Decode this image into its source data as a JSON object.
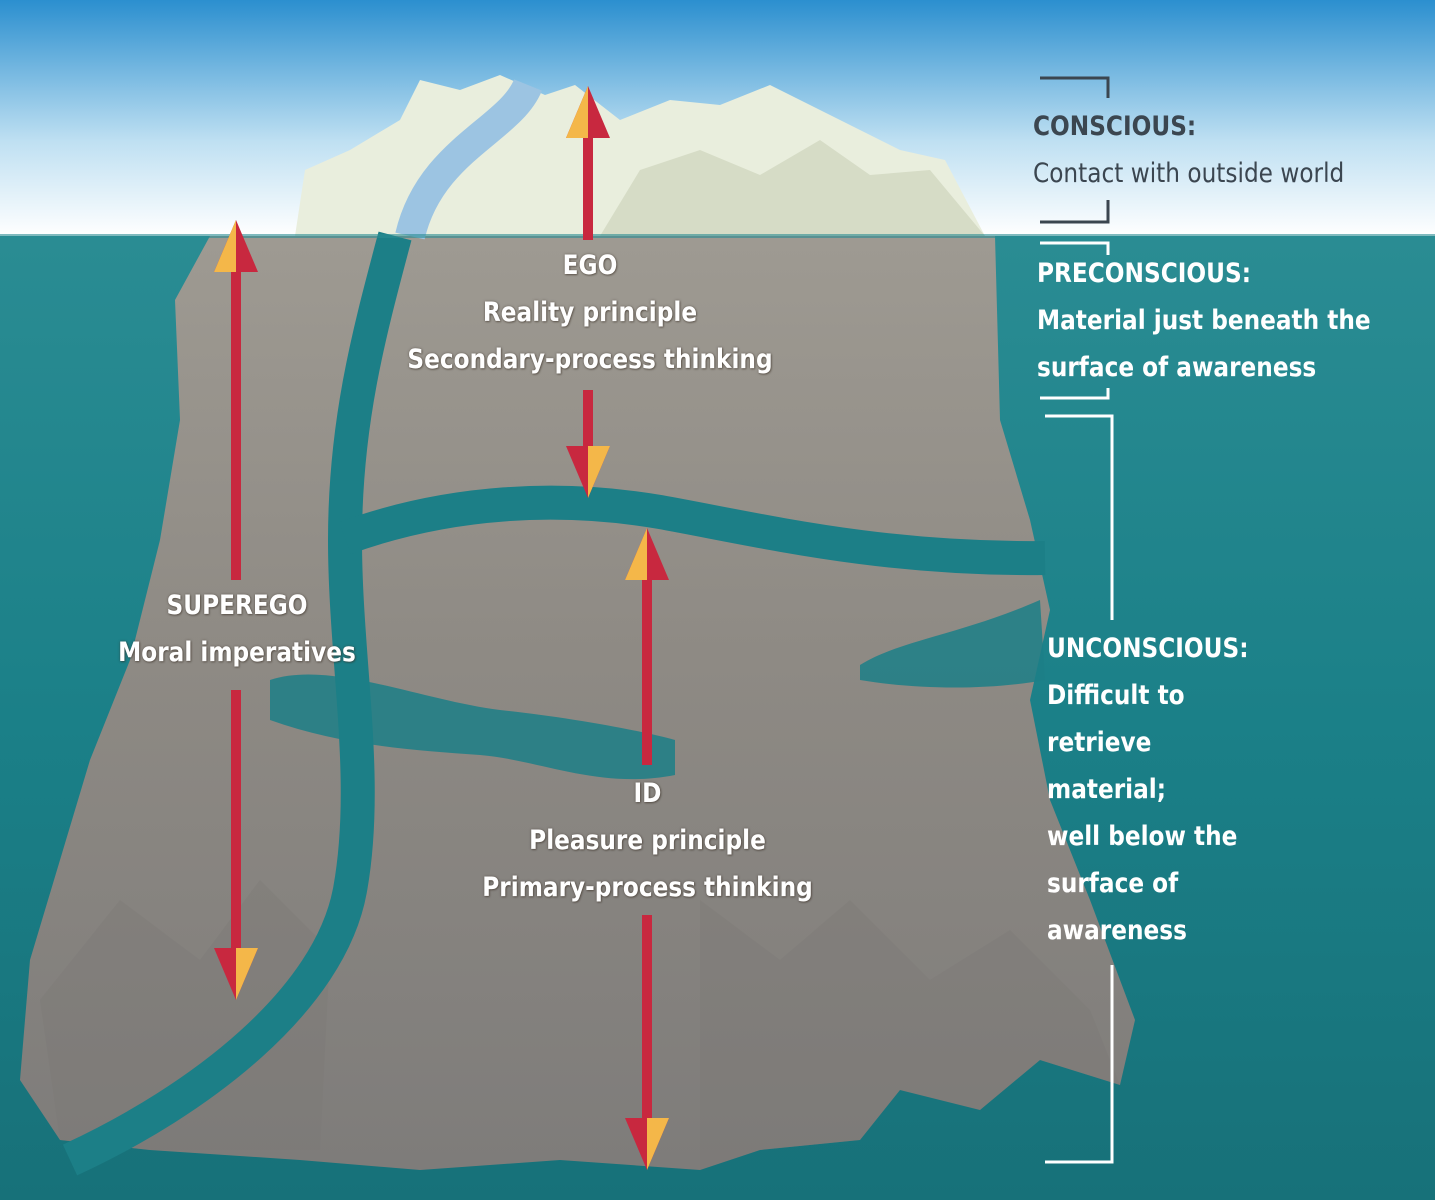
{
  "diagram": {
    "nodes": [
      {
        "id": "ego",
        "lines": [
          "EGO",
          "Reality principle",
          "Secondary-process thinking"
        ]
      },
      {
        "id": "superego",
        "lines": [
          "SUPEREGO",
          "Moral imperatives"
        ]
      },
      {
        "id": "id",
        "lines": [
          "ID",
          "Pleasure principle",
          "Primary-process thinking"
        ]
      }
    ],
    "levels": [
      {
        "id": "conscious",
        "title": "CONSCIOUS:",
        "description": [
          "Contact with outside world"
        ]
      },
      {
        "id": "preconscious",
        "title": "PRECONSCIOUS:",
        "description": [
          "Material just beneath the",
          "surface of awareness"
        ]
      },
      {
        "id": "unconscious",
        "title": "UNCONSCIOUS:",
        "description": [
          "Difficult to",
          "retrieve",
          "material;",
          "well below the",
          "surface of",
          "awareness"
        ]
      }
    ]
  },
  "colors": {
    "sky_top": "#2b8fcf",
    "sky_bottom": "#ffffff",
    "water": "#1b8088",
    "ice_tip": "#e9eedd",
    "iceberg": "#8f8b85",
    "channel": "#1c7f87",
    "arrow_red": "#c8283f",
    "arrow_yellow": "#f4b749",
    "bracket_dark": "#3b4650",
    "bracket_light": "#ffffff"
  }
}
